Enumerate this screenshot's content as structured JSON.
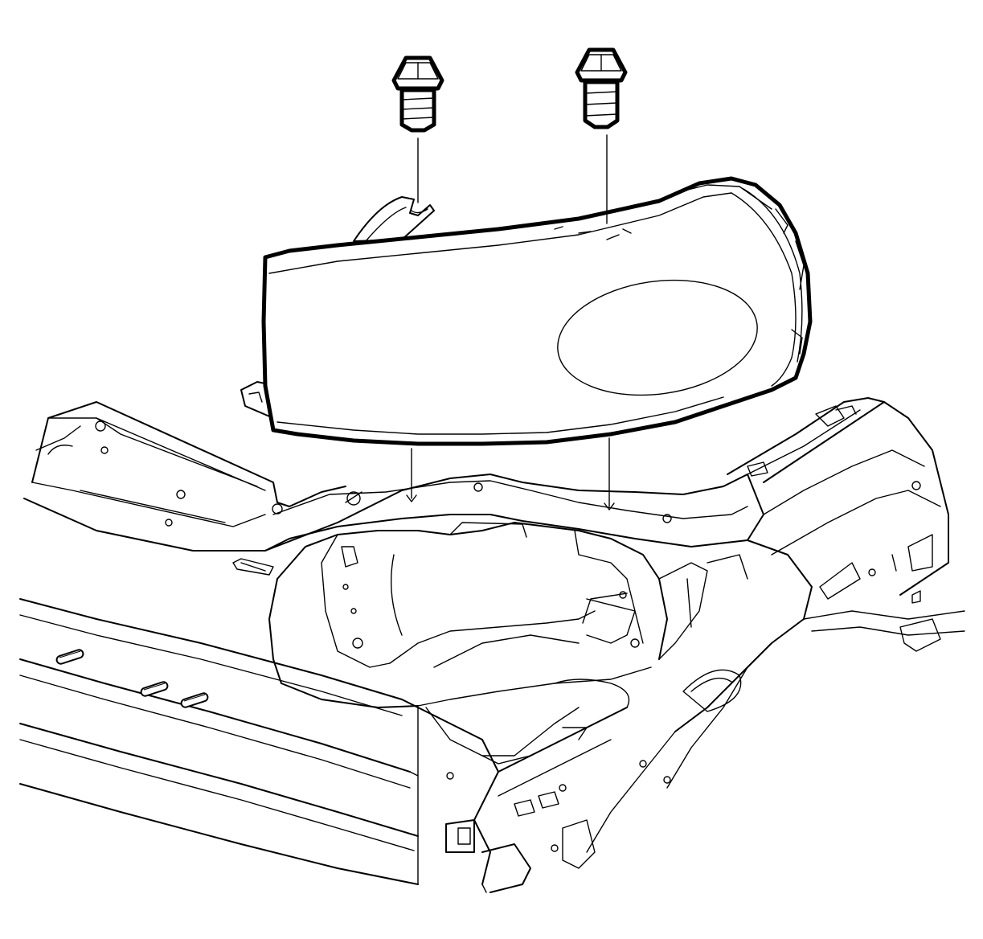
{
  "diagram": {
    "parts": [
      {
        "id": "bolt-left",
        "icon": "bolt-icon"
      },
      {
        "id": "bolt-right",
        "icon": "bolt-icon"
      },
      {
        "id": "headlamp-assembly",
        "icon": "headlamp-icon"
      },
      {
        "id": "radiator-support-frame",
        "icon": "frame-icon"
      },
      {
        "id": "front-bumper-beam",
        "icon": "bumper-icon"
      }
    ],
    "line_color": "#000000",
    "background_color": "#ffffff"
  }
}
